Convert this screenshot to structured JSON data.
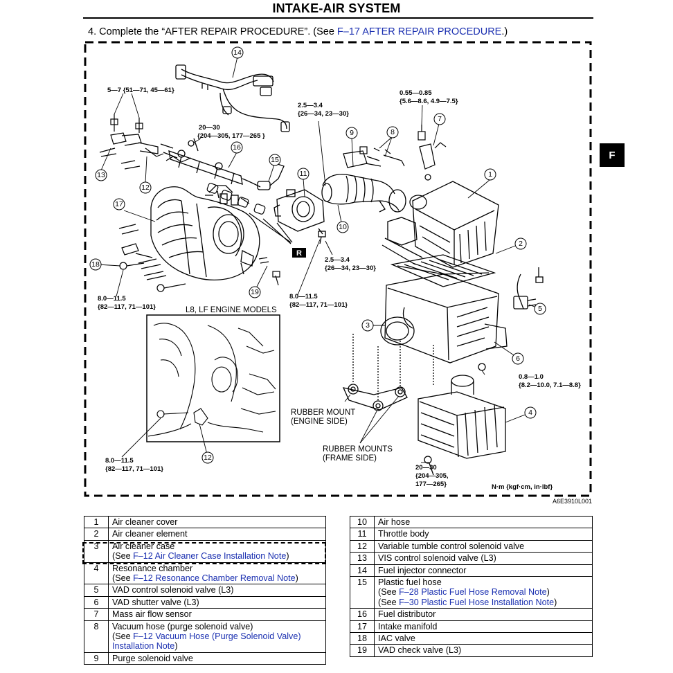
{
  "page": {
    "title": "INTAKE-AIR SYSTEM",
    "section_tab": "F",
    "step": {
      "prefix": "4. Complete the “AFTER REPAIR PROCEDURE”. (See ",
      "link": "F–17 AFTER REPAIR PROCEDURE",
      "suffix": ".)"
    }
  },
  "figure": {
    "figure_code": "A6E3910L001",
    "units_note": "N·m {kgf·cm, in·lbf}",
    "inset_title": "L8, LF ENGINE MODELS",
    "r_marker": "R",
    "torques": {
      "t_5_7": [
        "5—7 {51—71, 45—61}"
      ],
      "t_20_30_top": [
        "20—30",
        "{204—305, 177—265 }"
      ],
      "t_25_34_top": [
        "2.5—3.4",
        "{26—34, 23—30}"
      ],
      "t_055_085": [
        "0.55—0.85",
        "{5.6—8.6, 4.9—7.5}"
      ],
      "t_25_34_mid": [
        "2.5—3.4",
        "{26—34, 23—30}"
      ],
      "t_8_115_left": [
        "8.0—11.5",
        "{82—117, 71—101}"
      ],
      "t_8_115_mid": [
        "8.0—11.5",
        "{82—117, 71—101}"
      ],
      "t_08_10": [
        "0.8—1.0",
        "{8.2—10.0, 7.1—8.8}"
      ],
      "t_8_115_inset": [
        "8.0—11.5",
        "{82—117, 71—101}"
      ],
      "t_20_30_bottom": [
        "20—30",
        "{204—305,",
        "177—265}"
      ]
    },
    "captions": {
      "rubber_mount": [
        "RUBBER MOUNT",
        "(ENGINE SIDE)"
      ],
      "rubber_mounts": [
        "RUBBER MOUNTS",
        "(FRAME SIDE)"
      ]
    },
    "callouts": [
      "1",
      "2",
      "3",
      "4",
      "5",
      "6",
      "7",
      "8",
      "9",
      "10",
      "11",
      "12",
      "13",
      "14",
      "15",
      "16",
      "17",
      "18",
      "19",
      "12"
    ]
  },
  "parts_left": [
    {
      "no": "1",
      "lines": [
        {
          "text": "Air cleaner cover"
        }
      ]
    },
    {
      "no": "2",
      "lines": [
        {
          "text": "Air cleaner element"
        }
      ]
    },
    {
      "no": "3",
      "lines": [
        {
          "text": "Air cleaner case"
        },
        {
          "pre": "(See ",
          "link": "F–12 Air Cleaner Case Installation Note",
          "post": ")"
        }
      ]
    },
    {
      "no": "4",
      "lines": [
        {
          "text": "Resonance chamber"
        },
        {
          "pre": "(See ",
          "link": "F–12 Resonance Chamber Removal Note",
          "post": ")"
        }
      ]
    },
    {
      "no": "5",
      "lines": [
        {
          "text": "VAD control solenoid valve (L3)"
        }
      ]
    },
    {
      "no": "6",
      "lines": [
        {
          "text": "VAD shutter valve (L3)"
        }
      ]
    },
    {
      "no": "7",
      "lines": [
        {
          "text": "Mass air flow sensor"
        }
      ]
    },
    {
      "no": "8",
      "lines": [
        {
          "text": "Vacuum hose (purge solenoid valve)"
        },
        {
          "pre": "(See ",
          "link": "F–12 Vacuum Hose (Purge Solenoid Valve)",
          "post": ""
        },
        {
          "pre": "",
          "link": "Installation Note",
          "post": ")"
        }
      ]
    },
    {
      "no": "9",
      "lines": [
        {
          "text": "Purge solenoid valve"
        }
      ]
    }
  ],
  "parts_right": [
    {
      "no": "10",
      "lines": [
        {
          "text": "Air hose"
        }
      ]
    },
    {
      "no": "11",
      "lines": [
        {
          "text": "Throttle body"
        }
      ]
    },
    {
      "no": "12",
      "lines": [
        {
          "text": "Variable tumble control solenoid valve"
        }
      ]
    },
    {
      "no": "13",
      "lines": [
        {
          "text": "VIS control solenoid valve (L3)"
        }
      ]
    },
    {
      "no": "14",
      "lines": [
        {
          "text": "Fuel injector connector"
        }
      ]
    },
    {
      "no": "15",
      "lines": [
        {
          "text": "Plastic fuel hose"
        },
        {
          "pre": "(See ",
          "link": "F–28 Plastic Fuel Hose Removal Note",
          "post": ")"
        },
        {
          "pre": "(See ",
          "link": "F–30 Plastic Fuel Hose Installation Note",
          "post": ")"
        }
      ]
    },
    {
      "no": "16",
      "lines": [
        {
          "text": "Fuel distributor"
        }
      ]
    },
    {
      "no": "17",
      "lines": [
        {
          "text": "Intake manifold"
        }
      ]
    },
    {
      "no": "18",
      "lines": [
        {
          "text": "IAC valve"
        }
      ]
    },
    {
      "no": "19",
      "lines": [
        {
          "text": "VAD check valve (L3)"
        }
      ]
    }
  ]
}
